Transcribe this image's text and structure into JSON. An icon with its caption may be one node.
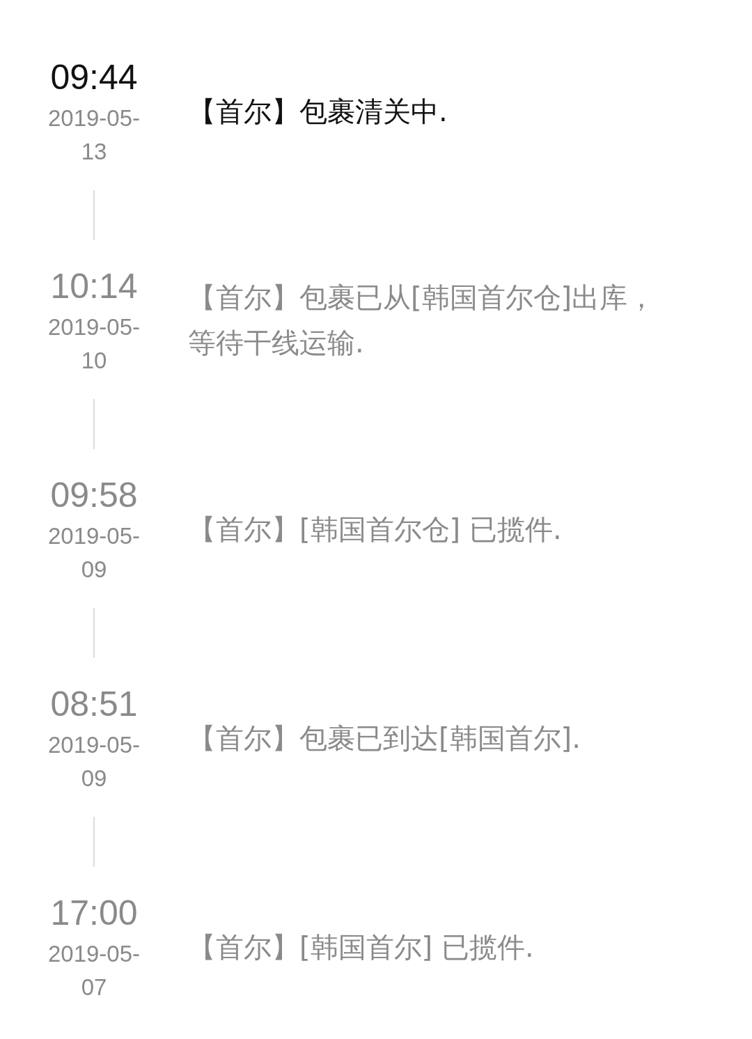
{
  "diagram": {
    "nodes": [
      {
        "text": [
          "09:44",
          "2019-05-13"
        ],
        "beside": [
          "【首尔】包裹清关中."
        ]
      },
      {
        "text": [
          "10:14",
          "2019-05-10"
        ],
        "beside": [
          "【首尔】包裹已从[韩国首尔仓]出库，等待干线运输."
        ]
      },
      {
        "text": [
          "09:58",
          "2019-05-09"
        ],
        "beside": [
          "【首尔】[韩国首尔仓] 已揽件."
        ]
      },
      {
        "text": [
          "08:51",
          "2019-05-09"
        ],
        "beside": [
          "【首尔】包裹已到达[韩国首尔]."
        ]
      },
      {
        "text": [
          "17:00",
          "2019-05-07"
        ],
        "beside": [
          "【首尔】[韩国首尔] 已揽件."
        ]
      }
    ],
    "edges": [
      {
        "from": 0,
        "to": 1,
        "arrow": "none"
      },
      {
        "from": 1,
        "to": 2,
        "arrow": "none"
      },
      {
        "from": 2,
        "to": 3,
        "arrow": "none"
      },
      {
        "from": 3,
        "to": 4,
        "arrow": "none"
      }
    ]
  }
}
